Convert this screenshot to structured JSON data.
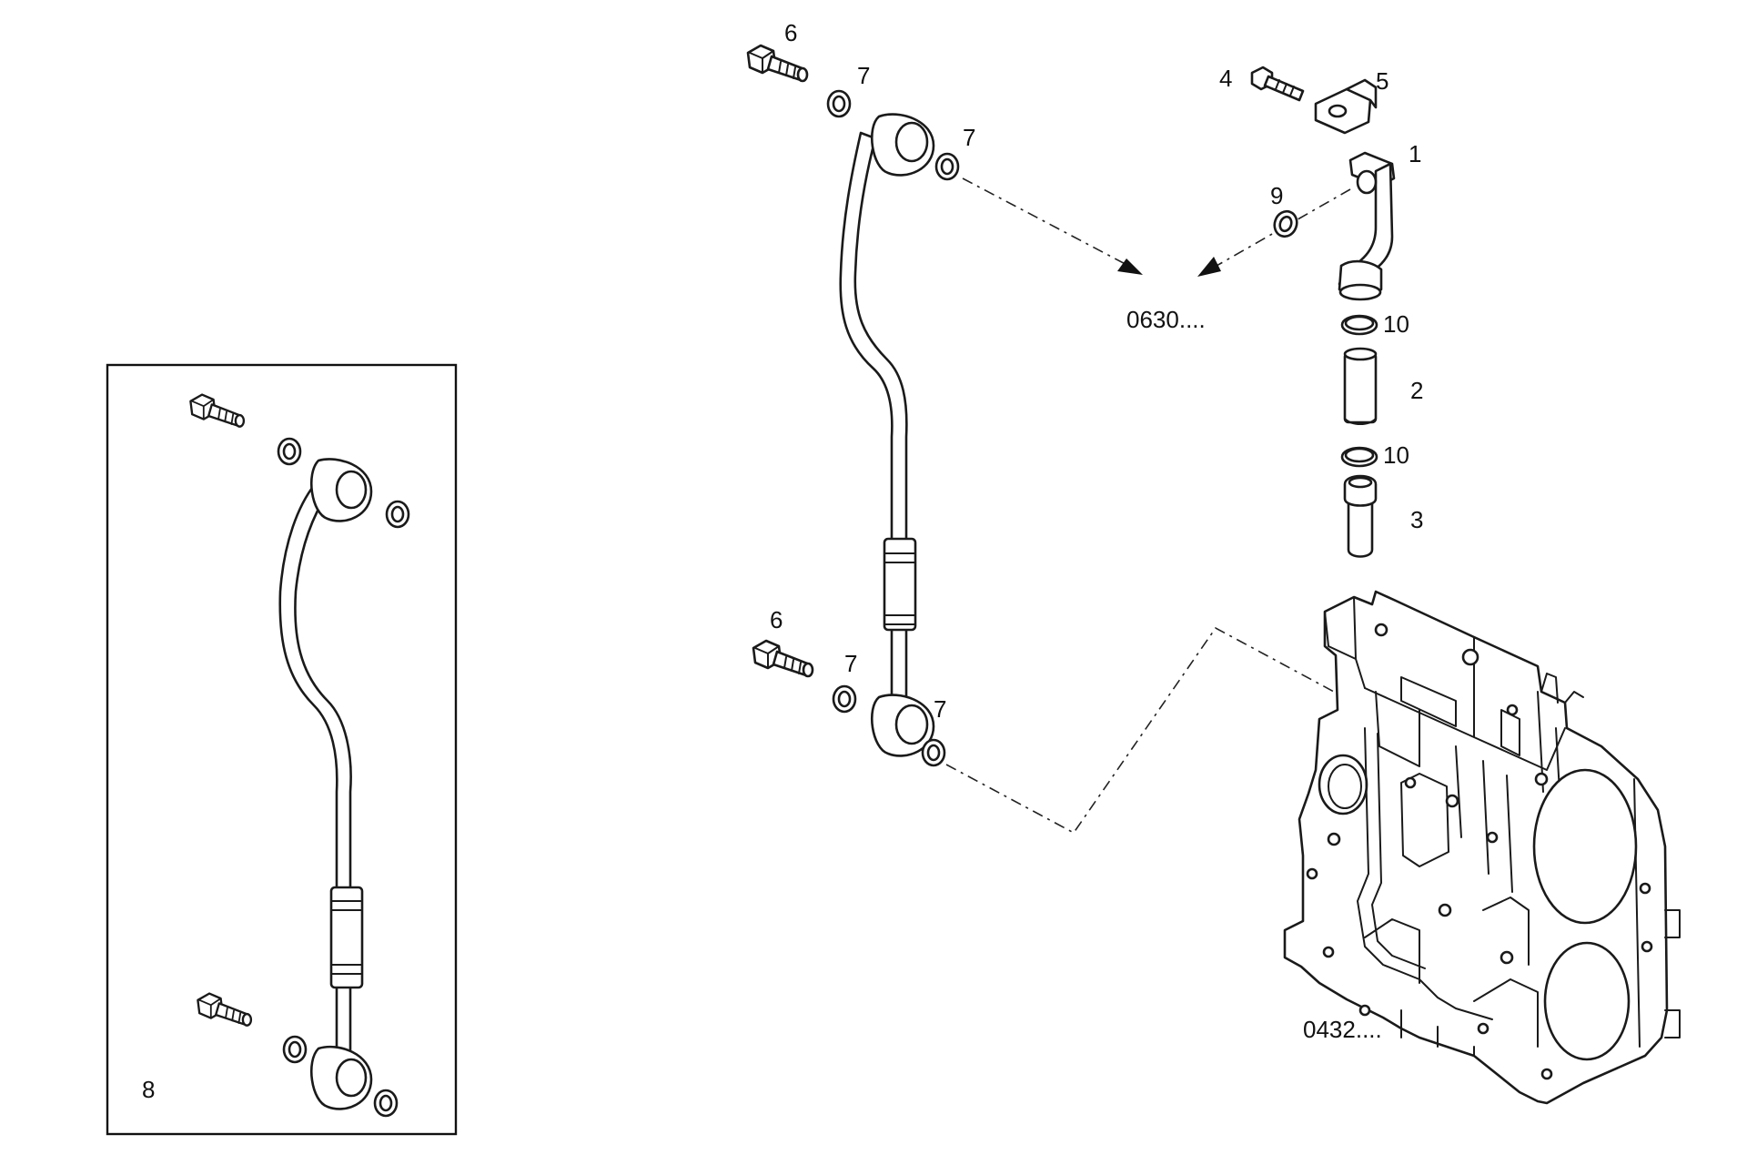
{
  "callouts": {
    "c1": "1",
    "c2": "2",
    "c3": "3",
    "c4": "4",
    "c5": "5",
    "c6_top": "6",
    "c6_bottom": "6",
    "c7_a": "7",
    "c7_b": "7",
    "c7_c": "7",
    "c7_d": "7",
    "c8": "8",
    "c9": "9",
    "c10_top": "10",
    "c10_bottom": "10"
  },
  "references": {
    "ref_0630": "0630....",
    "ref_0432": "0432...."
  },
  "colors": {
    "line": "#1a1a1a",
    "background": "#ffffff"
  }
}
